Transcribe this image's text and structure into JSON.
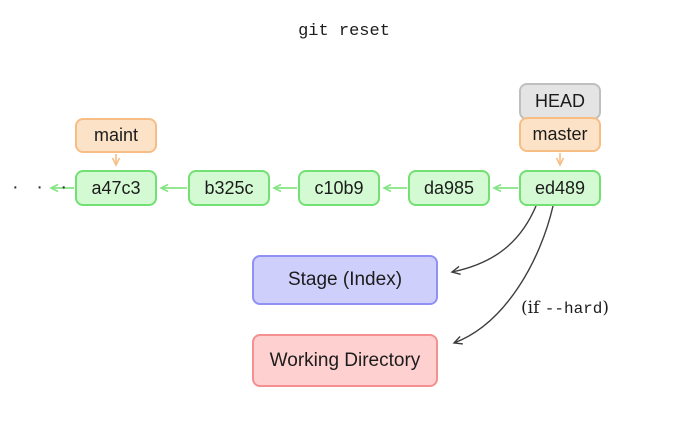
{
  "title": "git reset",
  "ellipsis": "· · ·",
  "commits": [
    "a47c3",
    "b325c",
    "c10b9",
    "da985",
    "ed489"
  ],
  "refs": {
    "head": "HEAD",
    "master": "master",
    "maint": "maint"
  },
  "targets": {
    "stage": "Stage (Index)",
    "working": "Working Directory"
  },
  "annotation": {
    "prefix": "(if ",
    "code": "--hard",
    "suffix": ")"
  },
  "colors": {
    "green-border": "#72e072",
    "green-fill": "#d4fad4",
    "green-arrow": "#85e585",
    "orange-border": "#f7bd85",
    "orange-fill": "#fce3c8",
    "gray-border": "#bfbfbf",
    "gray-fill": "#e4e4e4",
    "purple-border": "#9090f5",
    "purple-fill": "#cfcffc",
    "red-border": "#f49090",
    "red-fill": "#ffd0d0",
    "arrow-dark": "#3d3d3d",
    "ink": "#1c1c1c"
  }
}
